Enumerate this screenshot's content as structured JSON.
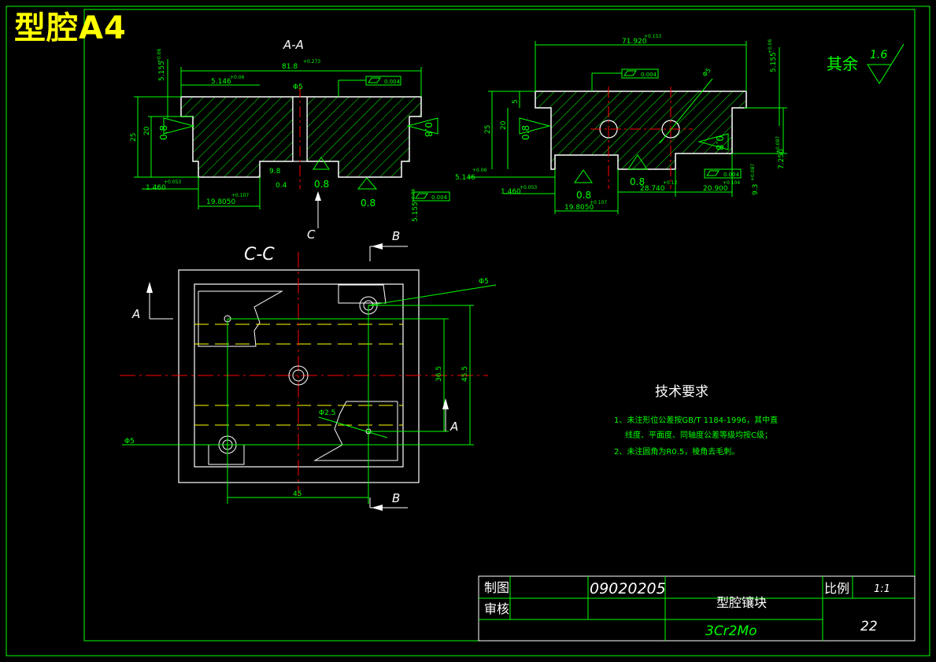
{
  "banner": "型腔A4",
  "section_labels": {
    "aa": "A-A",
    "cc": "C-C",
    "a": "A",
    "b": "B",
    "c": "C"
  },
  "roughness": {
    "other_label": "其余",
    "other_value": "1.6",
    "value_08": "0.8"
  },
  "dims_aa": {
    "overall": "81.8",
    "overall_tol": "+0.273",
    "d5_146": "5.146",
    "d5_146_tol": "+0.06",
    "d5_155": "5.155",
    "d5_155_tol": "+0.06",
    "phi5": "Φ5",
    "flat": "0.004",
    "h25": "25",
    "h20": "20",
    "d9_8": "9.8",
    "d0_4": "0.4",
    "d1_46": "1.460",
    "d1_46_tol": "+0.053",
    "d19_805": "19.8050",
    "d19_805_tol": "+0.107",
    "d5_155b": "5.155",
    "d5_155b_tol": "+0.06"
  },
  "dims_right": {
    "overall": "71.920",
    "overall_tol": "+0.153",
    "d5_155": "5.155",
    "d5_155_tol": "+0.06",
    "flat": "0.004",
    "phi5": "Φ5",
    "h25": "25",
    "h20": "20",
    "h5": "5",
    "d5_146": "5.146",
    "d5_146_tol": "+0.06",
    "d1_46": "1.460",
    "d1_46_tol": "+0.053",
    "d19_805": "19.8050",
    "d19_805_tol": "+0.107",
    "d28_74": "28.740",
    "d28_74_tol": "+0.12",
    "d20_9": "20.900",
    "d20_9_tol": "+0.104",
    "d7_25": "7.250",
    "d7_25_tol": "+0.087",
    "d9_3": "9.3",
    "d9_3_tol": "+0.087"
  },
  "dims_cc": {
    "phi5_top": "Φ5",
    "phi5_bottom": "Φ5",
    "phi2_5": "Φ2.5",
    "d36_5": "36.5",
    "d45_5": "45.5",
    "d45": "45"
  },
  "tech_req": {
    "title": "技术要求",
    "line1": "1、未注形位公差按GB/T 1184-1996，其中直",
    "line2": "线度、平面度、同轴度公差等级均按C级；",
    "line3": "2、未注圆角为R0.5，棱角去毛刺。"
  },
  "title_block": {
    "drawn_label": "制图",
    "checked_label": "审核",
    "student_no": "09020205",
    "part_name": "型腔镶块",
    "material": "3Cr2Mo",
    "scale_label": "比例",
    "scale_value": "1:1",
    "sheet_no": "22"
  },
  "colors": {
    "background": "#000000",
    "frame": "#00ff00",
    "outline": "#ffffff",
    "hatch": "#00ff00",
    "center": "#ff0000",
    "hidden": "#ffff00",
    "banner": "#ffff00"
  }
}
